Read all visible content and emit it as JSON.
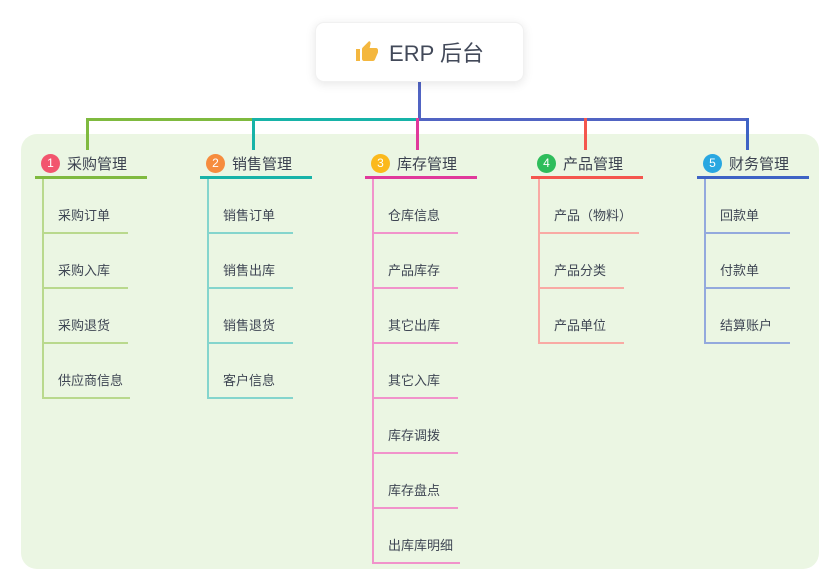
{
  "root": {
    "label": "ERP 后台",
    "icon": "thumbs-up-icon",
    "icon_color": "#f4b73f"
  },
  "colors": {
    "root_line": "#5164c3",
    "panel_bg": "#ebf6e3",
    "node_text": "#424959",
    "branch_text": "#3c4250",
    "child_text": "#3f4654"
  },
  "branches": [
    {
      "num": "1",
      "label": "采购管理",
      "badge_color": "#f2556e",
      "line_color": "#7fba3f",
      "tint_color": "#b9d98d",
      "children": [
        "采购订单",
        "采购入库",
        "采购退货",
        "供应商信息"
      ]
    },
    {
      "num": "2",
      "label": "销售管理",
      "badge_color": "#f68c3e",
      "line_color": "#17b3a8",
      "tint_color": "#84d5cd",
      "children": [
        "销售订单",
        "销售出库",
        "销售退货",
        "客户信息"
      ]
    },
    {
      "num": "3",
      "label": "库存管理",
      "badge_color": "#fbb91c",
      "line_color": "#e0399b",
      "tint_color": "#f193cb",
      "children": [
        "仓库信息",
        "产品库存",
        "其它出库",
        "其它入库",
        "库存调拨",
        "库存盘点",
        "出库库明细"
      ]
    },
    {
      "num": "4",
      "label": "产品管理",
      "badge_color": "#2ebd5b",
      "line_color": "#f4564e",
      "tint_color": "#f9aaa4",
      "children": [
        "产品（物料）",
        "产品分类",
        "产品单位"
      ]
    },
    {
      "num": "5",
      "label": "财务管理",
      "badge_color": "#29a7e1",
      "line_color": "#3e63c5",
      "tint_color": "#93a9dd",
      "children": [
        "回款单",
        "付款单",
        "结算账户"
      ]
    }
  ]
}
